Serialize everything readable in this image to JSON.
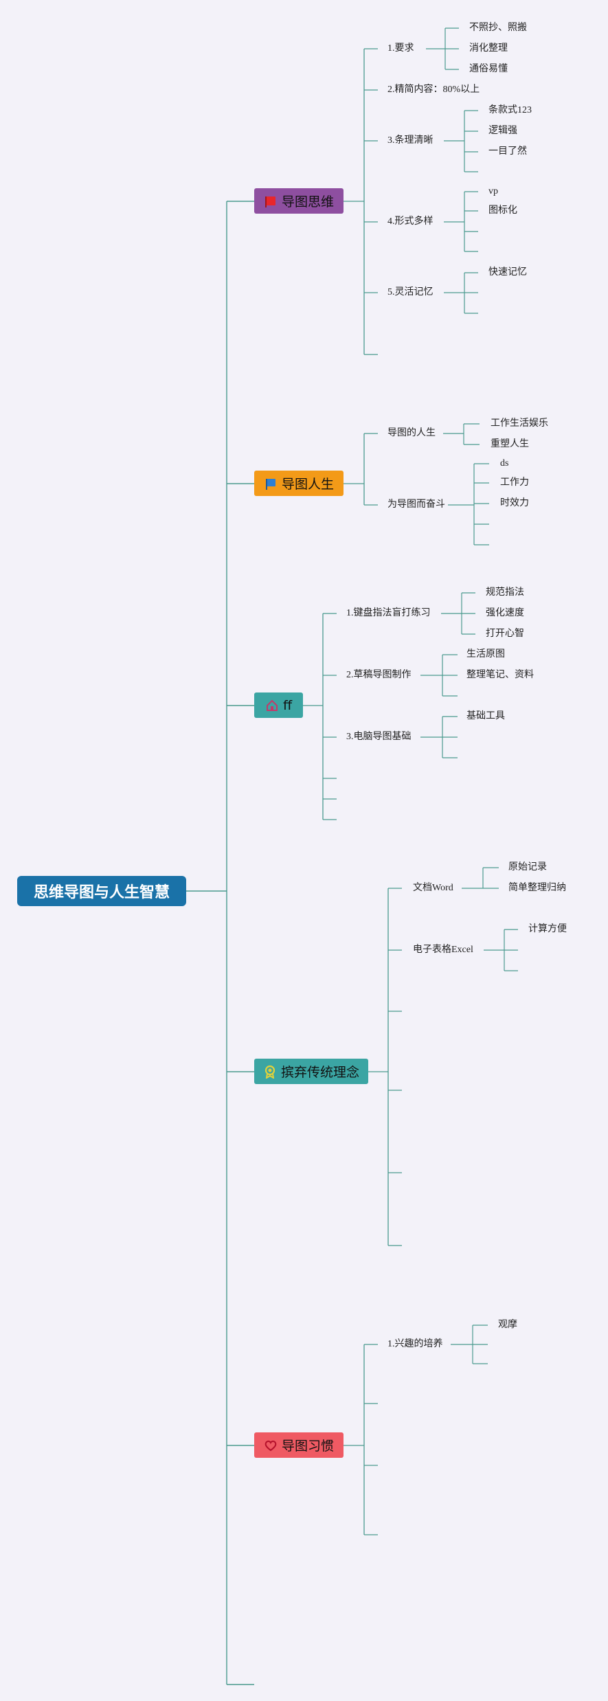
{
  "root": {
    "label": "思维导图与人生智慧"
  },
  "colors": {
    "line": "#4a9a8e",
    "root_bg": "#1a72a8",
    "b1_bg": "#8e4fa0",
    "b2_bg": "#f39a18",
    "b3_bg": "#3ba5a3",
    "b4_bg": "#3ba5a3",
    "b5_bg": "#ef5a63"
  },
  "branches": [
    {
      "label": "导图思维",
      "icon": "red-flag-icon",
      "children": [
        {
          "label": "1.要求",
          "children": [
            "不照抄、照搬",
            "消化整理",
            "通俗易懂"
          ]
        },
        {
          "label": "2.精简内容：80%以上"
        },
        {
          "label": "3.条理清晰",
          "children": [
            "条款式123",
            "逻辑强",
            "一目了然",
            ""
          ]
        },
        {
          "label": "4.形式多样",
          "children": [
            "vp",
            "图标化",
            "",
            ""
          ]
        },
        {
          "label": "5.灵活记忆",
          "children": [
            "快速记忆",
            "",
            ""
          ]
        },
        {
          "label": ""
        }
      ]
    },
    {
      "label": "导图人生",
      "icon": "blue-flag-icon",
      "children": [
        {
          "label": "导图的人生",
          "children": [
            "工作生活娱乐",
            "重塑人生"
          ]
        },
        {
          "label": "为导图而奋斗",
          "children": [
            "ds",
            "工作力",
            "时效力",
            "",
            ""
          ]
        }
      ]
    },
    {
      "label": "ff",
      "icon": "home-icon",
      "children": [
        {
          "label": "1.键盘指法盲打练习",
          "children": [
            "规范指法",
            "强化速度",
            "打开心智"
          ]
        },
        {
          "label": "2.草稿导图制作",
          "children": [
            "生活原图",
            "整理笔记、资料",
            ""
          ]
        },
        {
          "label": "3.电脑导图基础",
          "children": [
            "基础工具",
            "",
            ""
          ]
        },
        {
          "label": ""
        },
        {
          "label": ""
        },
        {
          "label": ""
        }
      ]
    },
    {
      "label": "摈弃传统理念",
      "icon": "award-ribbon-icon",
      "children": [
        {
          "label": "文档Word",
          "children": [
            "原始记录",
            "简单整理归纳"
          ]
        },
        {
          "label": "电子表格Excel",
          "children": [
            "计算方便",
            "",
            ""
          ]
        },
        {
          "label": ""
        },
        {
          "label": ""
        },
        {
          "label": ""
        },
        {
          "label": ""
        }
      ]
    },
    {
      "label": "导图习惯",
      "icon": "heart-icon",
      "children": [
        {
          "label": "1.兴趣的培养",
          "children": [
            "观摩",
            "",
            ""
          ]
        },
        {
          "label": ""
        },
        {
          "label": ""
        },
        {
          "label": ""
        }
      ]
    },
    {
      "label": ""
    }
  ]
}
